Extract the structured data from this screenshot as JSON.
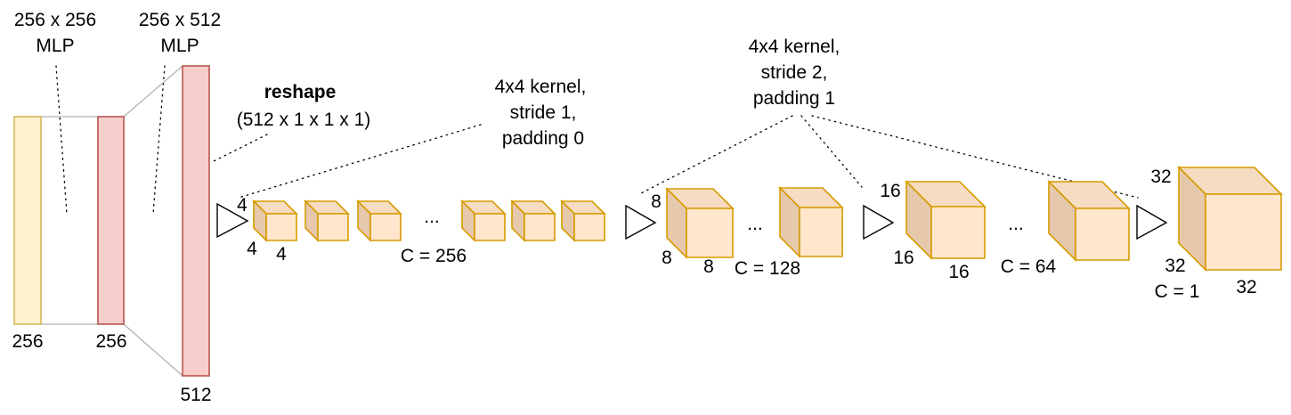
{
  "mlp": {
    "mlp1": {
      "title": "256 x 256",
      "subtitle": "MLP"
    },
    "mlp2": {
      "title": "256 x 512",
      "subtitle": "MLP"
    }
  },
  "vectors": {
    "input": {
      "label": "256",
      "fill": "#fff2cc",
      "stroke": "#d6b656"
    },
    "hidden": {
      "label": "256",
      "fill": "#f8cecc",
      "stroke": "#b85450"
    },
    "output": {
      "label": "512",
      "fill": "#f8cecc",
      "stroke": "#b85450"
    }
  },
  "reshape": {
    "title": "reshape",
    "dims": "(512 x 1 x 1 x 1)"
  },
  "conv1": {
    "line1": "4x4 kernel,",
    "line2": "stride 1,",
    "line3": "padding 0"
  },
  "conv2": {
    "line1": "4x4 kernel,",
    "line2": "stride 2,",
    "line3": "padding 1"
  },
  "stages": {
    "s1": {
      "height": "4",
      "depth": "4",
      "width": "4",
      "channels": "C = 256",
      "ellipsis": "..."
    },
    "s2": {
      "height": "8",
      "depth": "8",
      "width": "8",
      "channels": "C = 128",
      "ellipsis": "..."
    },
    "s3": {
      "height": "16",
      "depth": "16",
      "width": "16",
      "channels": "C = 64",
      "ellipsis": "..."
    },
    "s4": {
      "height": "32",
      "depth": "32",
      "width": "32",
      "channels": "C = 1"
    }
  },
  "colors": {
    "cube_fill": "#ffe6cc",
    "cube_stroke": "#d79b00"
  }
}
